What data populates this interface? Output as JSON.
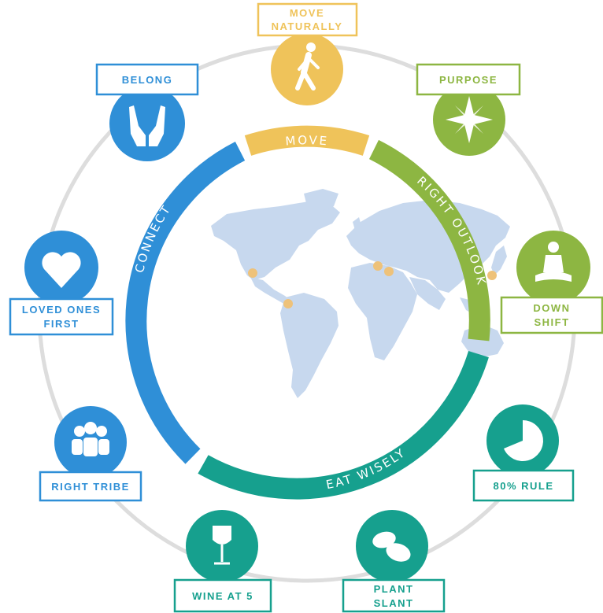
{
  "colors": {
    "yellow": "#efc35a",
    "green": "#8db642",
    "teal": "#16a08e",
    "blue": "#2f8fd7",
    "ring": "#dddddd",
    "map": "#c7d8ee",
    "dot": "#eec27a"
  },
  "segments": {
    "move": "MOVE",
    "right_outlook": "RIGHT OUTLOOK",
    "eat_wisely": "EAT WISELY",
    "connect": "CONNECT"
  },
  "principles": {
    "move_naturally": {
      "line1": "MOVE",
      "line2": "NATURALLY",
      "icon": "walking-person-icon"
    },
    "purpose": {
      "line1": "PURPOSE",
      "icon": "compass-star-icon"
    },
    "down_shift": {
      "line1": "DOWN",
      "line2": "SHIFT",
      "icon": "meditating-person-icon"
    },
    "rule_80": {
      "line1": "80% RULE",
      "icon": "pie-slice-icon"
    },
    "plant_slant": {
      "line1": "PLANT",
      "line2": "SLANT",
      "icon": "beans-icon"
    },
    "wine_at_5": {
      "line1": "WINE AT 5",
      "icon": "wine-glass-icon"
    },
    "right_tribe": {
      "line1": "RIGHT TRIBE",
      "icon": "group-people-icon"
    },
    "loved_ones": {
      "line1": "LOVED ONES",
      "line2": "FIRST",
      "icon": "heart-icon"
    },
    "belong": {
      "line1": "BELONG",
      "icon": "open-hands-icon"
    }
  }
}
